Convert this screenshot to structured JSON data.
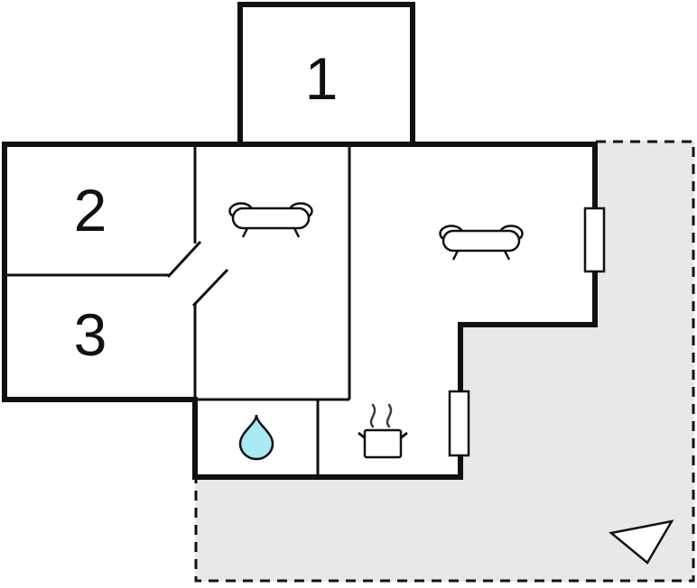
{
  "title": "holiday-home-floor-plan",
  "rooms": [
    {
      "label": "1",
      "name": "room-1"
    },
    {
      "label": "2",
      "name": "room-2"
    },
    {
      "label": "3",
      "name": "room-3"
    }
  ],
  "colors": {
    "wall": "#111111",
    "terrace_fill": "#e8e8e8",
    "building_fill": "#ffffff",
    "water_drop_fill": "#a9e9f2",
    "window_fill": "#ffffff",
    "steam_stroke": "#3a3a3a"
  },
  "icons": [
    "sofa-icon",
    "sofa-icon",
    "water-drop-icon",
    "cooking-pot-icon",
    "steam-icon",
    "window-icon",
    "window-icon",
    "compass-arrow-icon",
    "door-opening-notch"
  ]
}
